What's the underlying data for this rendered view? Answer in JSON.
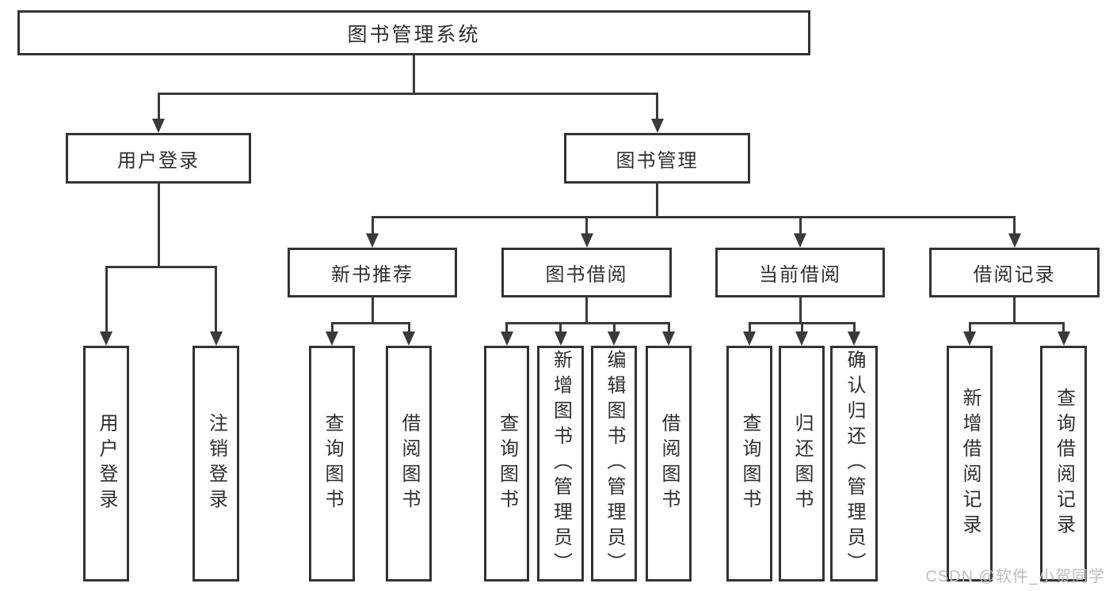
{
  "diagram": {
    "type": "hierarchy-tree",
    "title": "图书管理系统",
    "watermark": "CSDN @软件_小贺同学",
    "colors": {
      "background": "#ffffff",
      "box_border": "#333333",
      "line": "#3a3a3a",
      "text": "#2f2f2f",
      "watermark": "#bdbdbd"
    },
    "nodes": [
      {
        "id": "root",
        "label": "图书管理系统",
        "level": 1,
        "parent": null
      },
      {
        "id": "user-login",
        "label": "用户登录",
        "level": 2,
        "parent": "root"
      },
      {
        "id": "book-mgmt",
        "label": "图书管理",
        "level": 2,
        "parent": "root"
      },
      {
        "id": "new-book-rec",
        "label": "新书推荐",
        "level": 3,
        "parent": "book-mgmt"
      },
      {
        "id": "book-borrow",
        "label": "图书借阅",
        "level": 3,
        "parent": "book-mgmt"
      },
      {
        "id": "current-borrow",
        "label": "当前借阅",
        "level": 3,
        "parent": "book-mgmt"
      },
      {
        "id": "borrow-records",
        "label": "借阅记录",
        "level": 3,
        "parent": "book-mgmt"
      },
      {
        "id": "leaf-user-login",
        "label": "用户登录",
        "level": 4,
        "parent": "user-login"
      },
      {
        "id": "leaf-logout",
        "label": "注销登录",
        "level": 4,
        "parent": "user-login"
      },
      {
        "id": "leaf-query-book-1",
        "label": "查询图书",
        "level": 4,
        "parent": "new-book-rec"
      },
      {
        "id": "leaf-borrow-book-1",
        "label": "借阅图书",
        "level": 4,
        "parent": "new-book-rec"
      },
      {
        "id": "leaf-query-book-2",
        "label": "查询图书",
        "level": 4,
        "parent": "book-borrow"
      },
      {
        "id": "leaf-add-book",
        "label": "新增图书（管理员）",
        "level": 4,
        "parent": "book-borrow"
      },
      {
        "id": "leaf-edit-book",
        "label": "编辑图书（管理员）",
        "level": 4,
        "parent": "book-borrow"
      },
      {
        "id": "leaf-borrow-book-2",
        "label": "借阅图书",
        "level": 4,
        "parent": "book-borrow"
      },
      {
        "id": "leaf-query-book-3",
        "label": "查询图书",
        "level": 4,
        "parent": "current-borrow"
      },
      {
        "id": "leaf-return-book",
        "label": "归还图书",
        "level": 4,
        "parent": "current-borrow"
      },
      {
        "id": "leaf-confirm-return",
        "label": "确认归还（管理员）",
        "level": 4,
        "parent": "current-borrow"
      },
      {
        "id": "leaf-add-borrow-record",
        "label": "新增借阅记录",
        "level": 4,
        "parent": "borrow-records"
      },
      {
        "id": "leaf-query-borrow-record",
        "label": "查询借阅记录",
        "level": 4,
        "parent": "borrow-records"
      }
    ]
  }
}
